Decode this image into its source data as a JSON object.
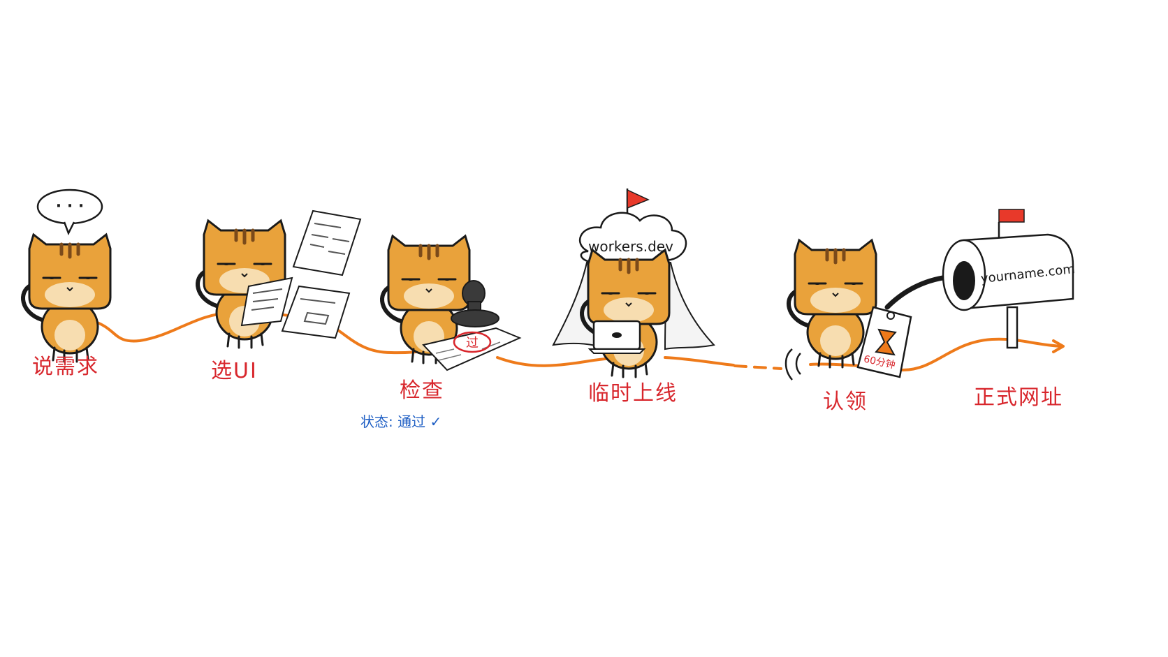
{
  "steps": [
    {
      "label": "说需求"
    },
    {
      "label": "选UI"
    },
    {
      "label": "检查"
    },
    {
      "label": "临时上线"
    },
    {
      "label": "认领"
    },
    {
      "label": "正式网址"
    }
  ],
  "speech": "· · ·",
  "stamp": "过",
  "status": {
    "label": "状态:",
    "value": "通过",
    "mark": "✓"
  },
  "tent_sign": "workers.dev",
  "tag_text": "60分钟",
  "mailbox_text": "yourname.com",
  "colors": {
    "label_red": "#d8262c",
    "path_orange": "#ee7a1a",
    "cat_body": "#e9a23b",
    "cat_belly": "#f7ddb0",
    "cat_stripe": "#7a4a1a",
    "status_blue": "#1f5fc4",
    "flag_red": "#e8392a"
  }
}
